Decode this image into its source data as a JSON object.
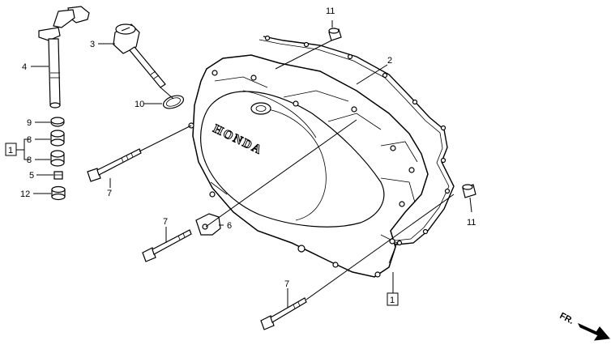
{
  "labels": {
    "crankcase_cover": "2",
    "oil_filler_cap": "3",
    "kick_shaft": "4",
    "bolt_small": "5",
    "clamp": "6",
    "flange_bolt": "7",
    "oil_seal": "8",
    "seal_washer": "9",
    "o_ring": "10",
    "dowel_pin": "11",
    "cap_nut": "12"
  },
  "callouts": {
    "gasket_set_left": "1",
    "gasket_set_bottom": "1"
  },
  "cover_brand": "HONDA",
  "direction_mark": "FR."
}
